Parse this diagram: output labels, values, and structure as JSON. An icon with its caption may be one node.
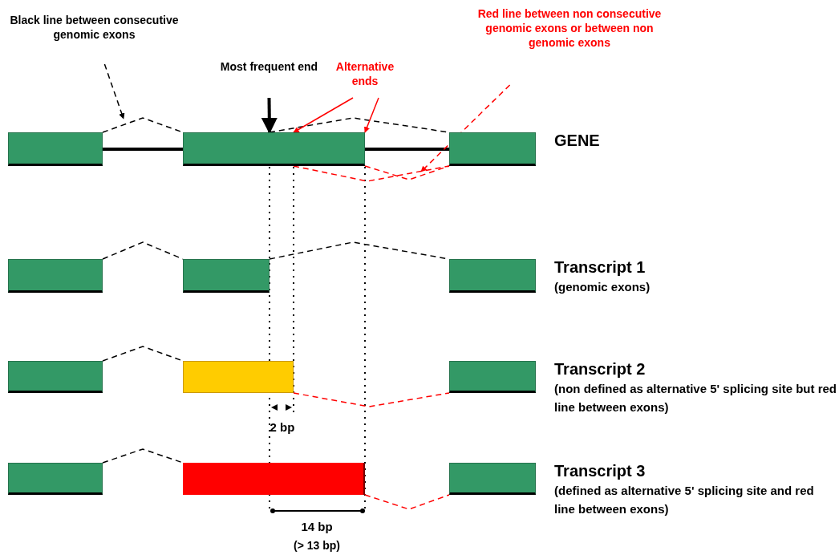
{
  "diagram": {
    "nodes": [
      {
        "text": [],
        "shape": "box"
      },
      {
        "text": [],
        "shape": "box"
      },
      {
        "text": [],
        "shape": "box",
        "beside": [
          "GENE"
        ]
      },
      {
        "text": [],
        "shape": "box"
      },
      {
        "text": [],
        "shape": "box"
      },
      {
        "text": [],
        "shape": "box",
        "beside": [
          "Transcript 1",
          "(genomic exons)"
        ]
      },
      {
        "text": [],
        "shape": "box"
      },
      {
        "text": [],
        "shape": "box"
      },
      {
        "text": [],
        "shape": "box",
        "beside": [
          "Transcript 2",
          "(non defined as alternative 5' splicing site but red line between exons)"
        ]
      },
      {
        "text": [],
        "shape": "box"
      },
      {
        "text": [],
        "shape": "box"
      },
      {
        "text": [],
        "shape": "box",
        "beside": [
          "Transcript 3",
          "(defined as alternative 5' splicing site and red line between exons)"
        ]
      },
      {
        "text": [
          "Black line between consecutive genomic exons"
        ]
      },
      {
        "text": [
          "Most frequent end"
        ]
      },
      {
        "text": [
          "Alternative ends"
        ]
      },
      {
        "text": [
          "Red line between non consecutive genomic exons or between non genomic exons"
        ]
      }
    ],
    "edges": [
      {
        "from": 0,
        "to": 1,
        "arrow": "none",
        "style": "thick"
      },
      {
        "from": 0,
        "to": 1,
        "arrow": "none",
        "style": "dashed"
      },
      {
        "from": 1,
        "to": 2,
        "arrow": "none",
        "style": "thick"
      },
      {
        "from": 1,
        "to": 2,
        "arrow": "none",
        "style": "dashed"
      },
      {
        "from": 1,
        "to": 2,
        "arrow": "none",
        "style": "dashed",
        "color": "#ff0000"
      },
      {
        "from": 1,
        "to": 2,
        "arrow": "none",
        "style": "dashed",
        "color": "#ff0000"
      },
      {
        "from": 3,
        "to": 4,
        "arrow": "none",
        "style": "dashed"
      },
      {
        "from": 4,
        "to": 5,
        "arrow": "none",
        "style": "dashed"
      },
      {
        "from": 6,
        "to": 7,
        "arrow": "none",
        "style": "dashed"
      },
      {
        "from": 7,
        "to": 8,
        "arrow": "none",
        "style": "dashed",
        "color": "#ff0000"
      },
      {
        "from": 9,
        "to": 10,
        "arrow": "none",
        "style": "dashed"
      },
      {
        "from": 10,
        "to": 11,
        "arrow": "none",
        "style": "dashed",
        "color": "#ff0000"
      },
      {
        "from": 12,
        "to": null,
        "arrow": "to",
        "style": "dashed"
      },
      {
        "from": 13,
        "to": 1,
        "arrow": "to",
        "style": "thick"
      },
      {
        "from": 14,
        "to": 1,
        "arrow": "to",
        "color": "#ff0000"
      },
      {
        "from": 14,
        "to": 1,
        "arrow": "to",
        "color": "#ff0000"
      },
      {
        "from": 15,
        "to": null,
        "arrow": "to",
        "style": "dashed",
        "color": "#ff0000"
      }
    ],
    "labels": [
      "2 bp",
      "14 bp",
      "(> 13 bp)"
    ]
  }
}
